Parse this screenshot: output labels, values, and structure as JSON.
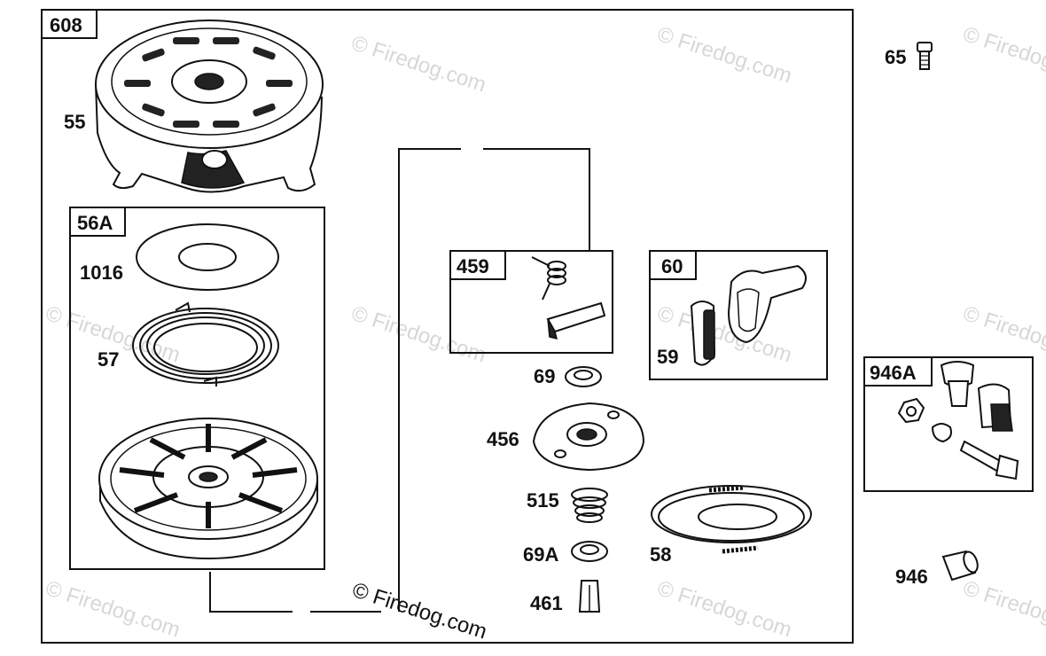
{
  "watermark": "© Firedog.com",
  "copyright": "© Firedog.com",
  "groups": {
    "g608": "608",
    "g56a": "56A",
    "g459": "459",
    "g60": "60",
    "g946a": "946A"
  },
  "labels": {
    "p55": "55",
    "p1016": "1016",
    "p57": "57",
    "p69": "69",
    "p456": "456",
    "p515": "515",
    "p69a": "69A",
    "p461": "461",
    "p58": "58",
    "p59": "59",
    "p65": "65",
    "p946": "946"
  }
}
